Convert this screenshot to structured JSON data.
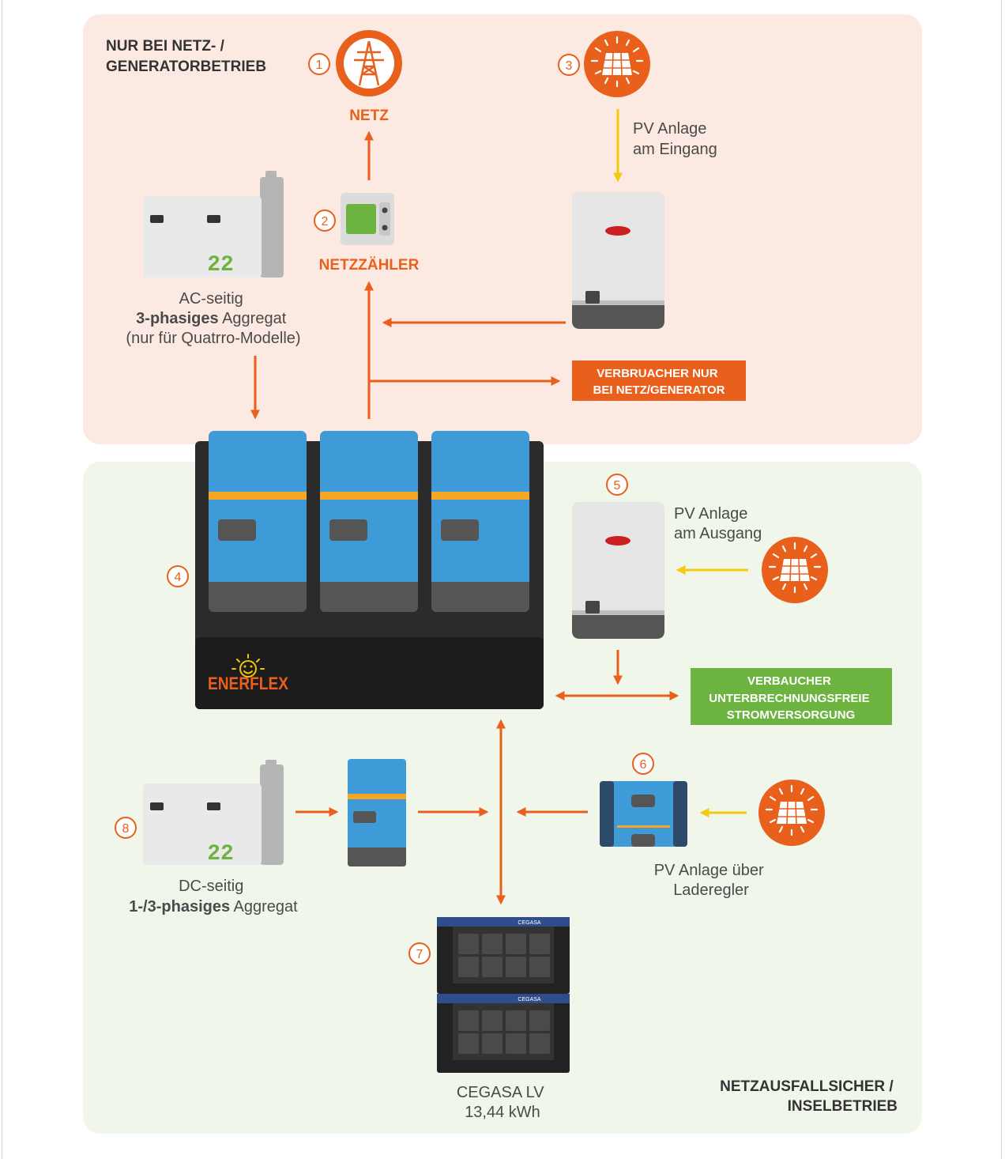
{
  "zones": {
    "grid": {
      "title_line1": "NUR BEI NETZ- /",
      "title_line2": "GENERATORBETRIEB",
      "color": "#fce9e2"
    },
    "island": {
      "title_line1": "NETZAUSFALLSICHER /",
      "title_line2": "INSELBETRIEB",
      "color": "#f1f6ea"
    }
  },
  "markers": [
    "1",
    "2",
    "3",
    "4",
    "5",
    "6",
    "7",
    "8"
  ],
  "components": {
    "grid": {
      "label": "NETZ",
      "icon": "power-pylon-icon"
    },
    "meter": {
      "label": "NETZZÄHLER",
      "icon": "energy-meter-icon"
    },
    "pv_input": {
      "line1": "PV Anlage",
      "line2": "am Eingang",
      "icon": "solar-panel-sun-icon"
    },
    "ac_generator": {
      "line1": "AC-seitig",
      "line2_bold": "3-phasiges",
      "line2_rest": " Aggregat",
      "line3": "(nur für Quatrro-Modelle)",
      "display": "22"
    },
    "inverter_system": {
      "brand": "ENERFLEX"
    },
    "pv_output": {
      "line1": "PV Anlage",
      "line2": "am Ausgang",
      "icon": "solar-panel-sun-icon"
    },
    "dc_generator": {
      "line1": "DC-seitig",
      "line2_bold": "1-/3-phasiges",
      "line2_rest": " Aggregat",
      "display": "22"
    },
    "charge_controller_pv": {
      "line1": "PV Anlage über",
      "line2": "Laderegler",
      "icon": "solar-panel-sun-icon"
    },
    "battery": {
      "line1": "CEGASA LV",
      "line2": "13,44 kWh",
      "brand": "CEGASA"
    }
  },
  "callouts": {
    "grid_loads": {
      "line1": "VERBRUACHER NUR",
      "line2": "BEI NETZ/GENERATOR",
      "color": "#e8601c"
    },
    "ups_loads": {
      "line1": "VERBAUCHER",
      "line2": "UNTERBRECHNUNGSFREIE",
      "line3": "STROMVERSORGUNG",
      "color": "#6db33f"
    }
  },
  "colors": {
    "accent": "#e8601c",
    "pv_arrow": "#f2cc0c",
    "inverter_blue": "#3f9bd8",
    "stripe": "#f5a623"
  }
}
